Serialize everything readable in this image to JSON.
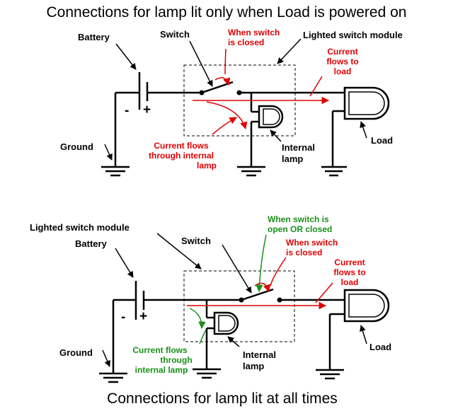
{
  "colors": {
    "wire": "#000000",
    "current": "#e00000",
    "always": "#1a8f1a"
  },
  "top": {
    "title": "Connections for lamp lit only when Load is powered on",
    "battery": "Battery",
    "switch": "Switch",
    "module": "Lighted switch module",
    "ground": "Ground",
    "load": "Load",
    "lamp_line1": "Internal",
    "lamp_line2": "lamp",
    "minus": "-",
    "plus": "+",
    "red_closed": [
      "When switch",
      "is closed"
    ],
    "red_current": [
      "Current",
      "flows to",
      "load"
    ],
    "red_internal": [
      "Current flows",
      "through internal",
      "lamp"
    ]
  },
  "bottom": {
    "title": "Connections for lamp lit at all times",
    "battery": "Battery",
    "switch": "Switch",
    "module": "Lighted switch module",
    "ground": "Ground",
    "load": "Load",
    "lamp_line1": "Internal",
    "lamp_line2": "lamp",
    "minus": "-",
    "plus": "+",
    "green_open": [
      "When switch is",
      "open OR closed"
    ],
    "red_closed": [
      "When switch",
      "is closed"
    ],
    "red_current": [
      "Current",
      "flows to",
      "load"
    ],
    "green_internal": [
      "Current flows",
      "through",
      "internal lamp"
    ]
  }
}
